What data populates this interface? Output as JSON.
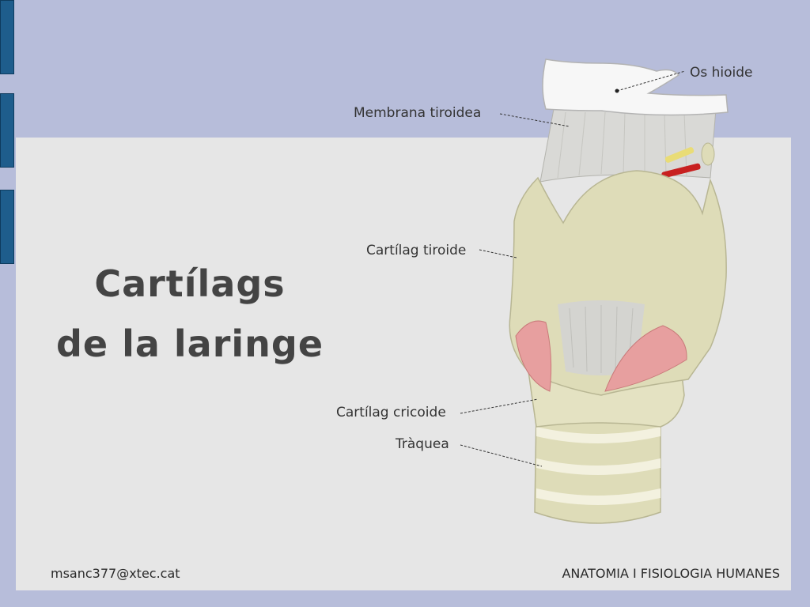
{
  "slide": {
    "title_line1": "Cartílags",
    "title_line2": "de la laringe"
  },
  "labels": {
    "hyoid": "Os hioide",
    "thyrohyoid_membrane": "Membrana tiroidea",
    "thyroid_cartilage": "Cartílag tiroide",
    "cricoid_cartilage": "Cartílag cricoide",
    "trachea": "Tràquea"
  },
  "footer": {
    "email": "msanc377@xtec.cat",
    "course": "ANATOMIA I FISIOLOGIA HUMANES"
  },
  "colors": {
    "background": "#b7bdda",
    "panel": "#e6e6e6",
    "tab": "#1e5d8c",
    "cartilage": "#dedcb8",
    "muscle": "#e79f9f",
    "membrane": "#d4d4d0"
  }
}
